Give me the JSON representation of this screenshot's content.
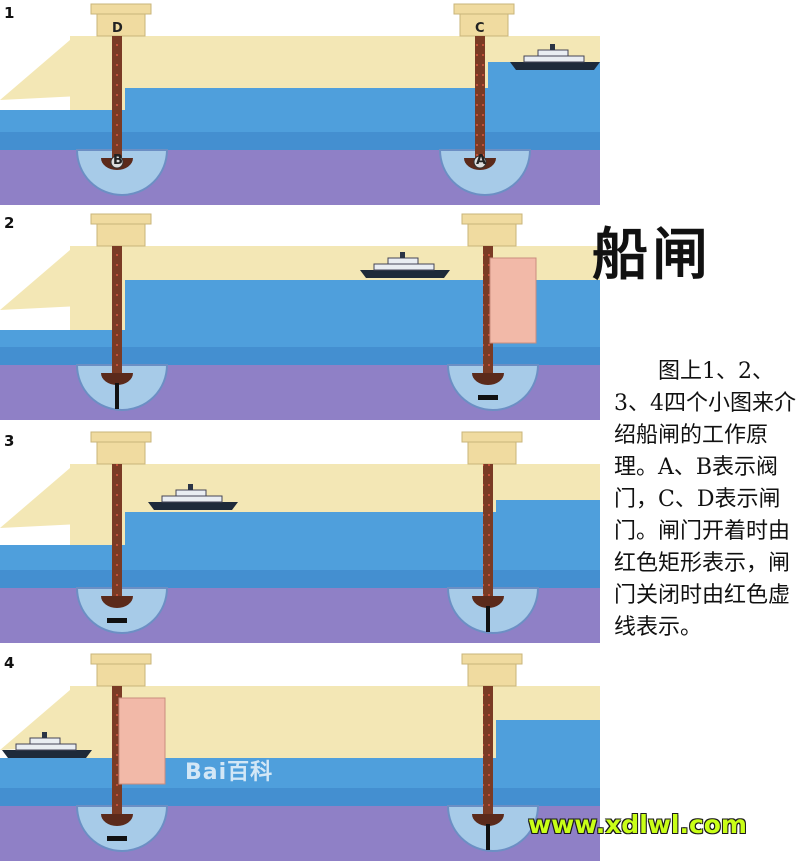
{
  "title": "船闸",
  "description": "图上1、2、3、4四个小图来介绍船闸的工作原理。A、B表示阀门，C、D表示闸门。闸门开着时由红色矩形表示，闸门关闭时由红色虚线表示。",
  "panels": [
    {
      "number": "1",
      "gate_left_label": "D",
      "gate_right_label": "C",
      "valve_left_label": "B",
      "valve_right_label": "A"
    },
    {
      "number": "2"
    },
    {
      "number": "3"
    },
    {
      "number": "4"
    }
  ],
  "watermark": "Bai百科",
  "site_url": "www.xdlwl.com",
  "colors": {
    "water": "#4f9fdc",
    "water_dark": "#3d86c8",
    "ground": "#8f80c6",
    "wall": "#f3e7b5",
    "tower": "#f0dba0",
    "gate": "#7a3b25",
    "open_gate": "#f2b9a8",
    "site_text": "#c9ff17"
  }
}
